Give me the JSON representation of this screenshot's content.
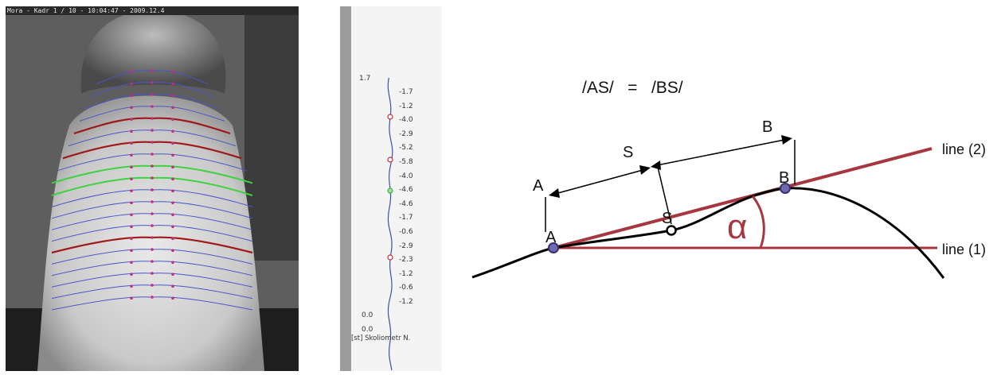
{
  "photo": {
    "header": "Mora - Kadr 1 / 10 - 10:04:47 - 2009.12.4"
  },
  "scoliometer": {
    "top_label": "1.7",
    "values": [
      "-1.7",
      "-1.2",
      "-4.0",
      "-2.9",
      "-5.2",
      "-5.8",
      "-4.0",
      "-4.6",
      "-4.6",
      "-1.7",
      "-0.6",
      "-2.9",
      "-2.3",
      "-1.2",
      "-0.6",
      "-1.2"
    ],
    "bottom_label_1": "0.0",
    "bottom_label_2": "0.0",
    "caption": "[st] Skoliometr N."
  },
  "diagram": {
    "equation": "/AS/   =   /BS/",
    "label_A_top": "A",
    "label_S_top": "S",
    "label_B_top": "B",
    "label_A_point": "A",
    "label_S_point": "S",
    "label_B_point": "B",
    "alpha": "α",
    "line2": "line (2)",
    "line1": "line (1)",
    "colors": {
      "red": "#a8363f",
      "black": "#000000",
      "point": "#5b4a8a"
    }
  }
}
